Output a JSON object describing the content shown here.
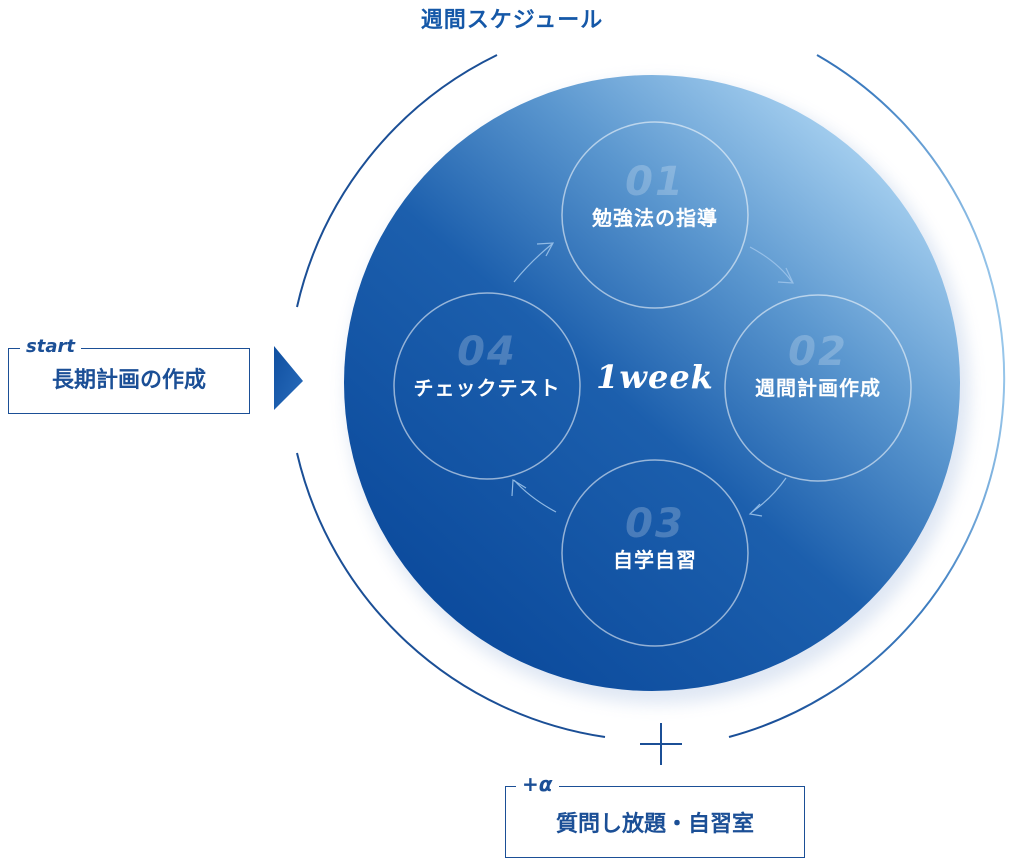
{
  "title": "週間スケジュール",
  "start": {
    "tag": "start",
    "label": "長期計画の作成"
  },
  "center": "1week",
  "steps": [
    {
      "num": "01",
      "label": "勉強法の指導"
    },
    {
      "num": "02",
      "label": "週間計画作成"
    },
    {
      "num": "03",
      "label": "自学自習"
    },
    {
      "num": "04",
      "label": "チェックテスト"
    }
  ],
  "extra": {
    "tag": "+α",
    "label": "質問し放題・自習室"
  },
  "colors": {
    "primary": "#1b4f96",
    "title": "#1558a8",
    "light": "#aad3f2"
  }
}
